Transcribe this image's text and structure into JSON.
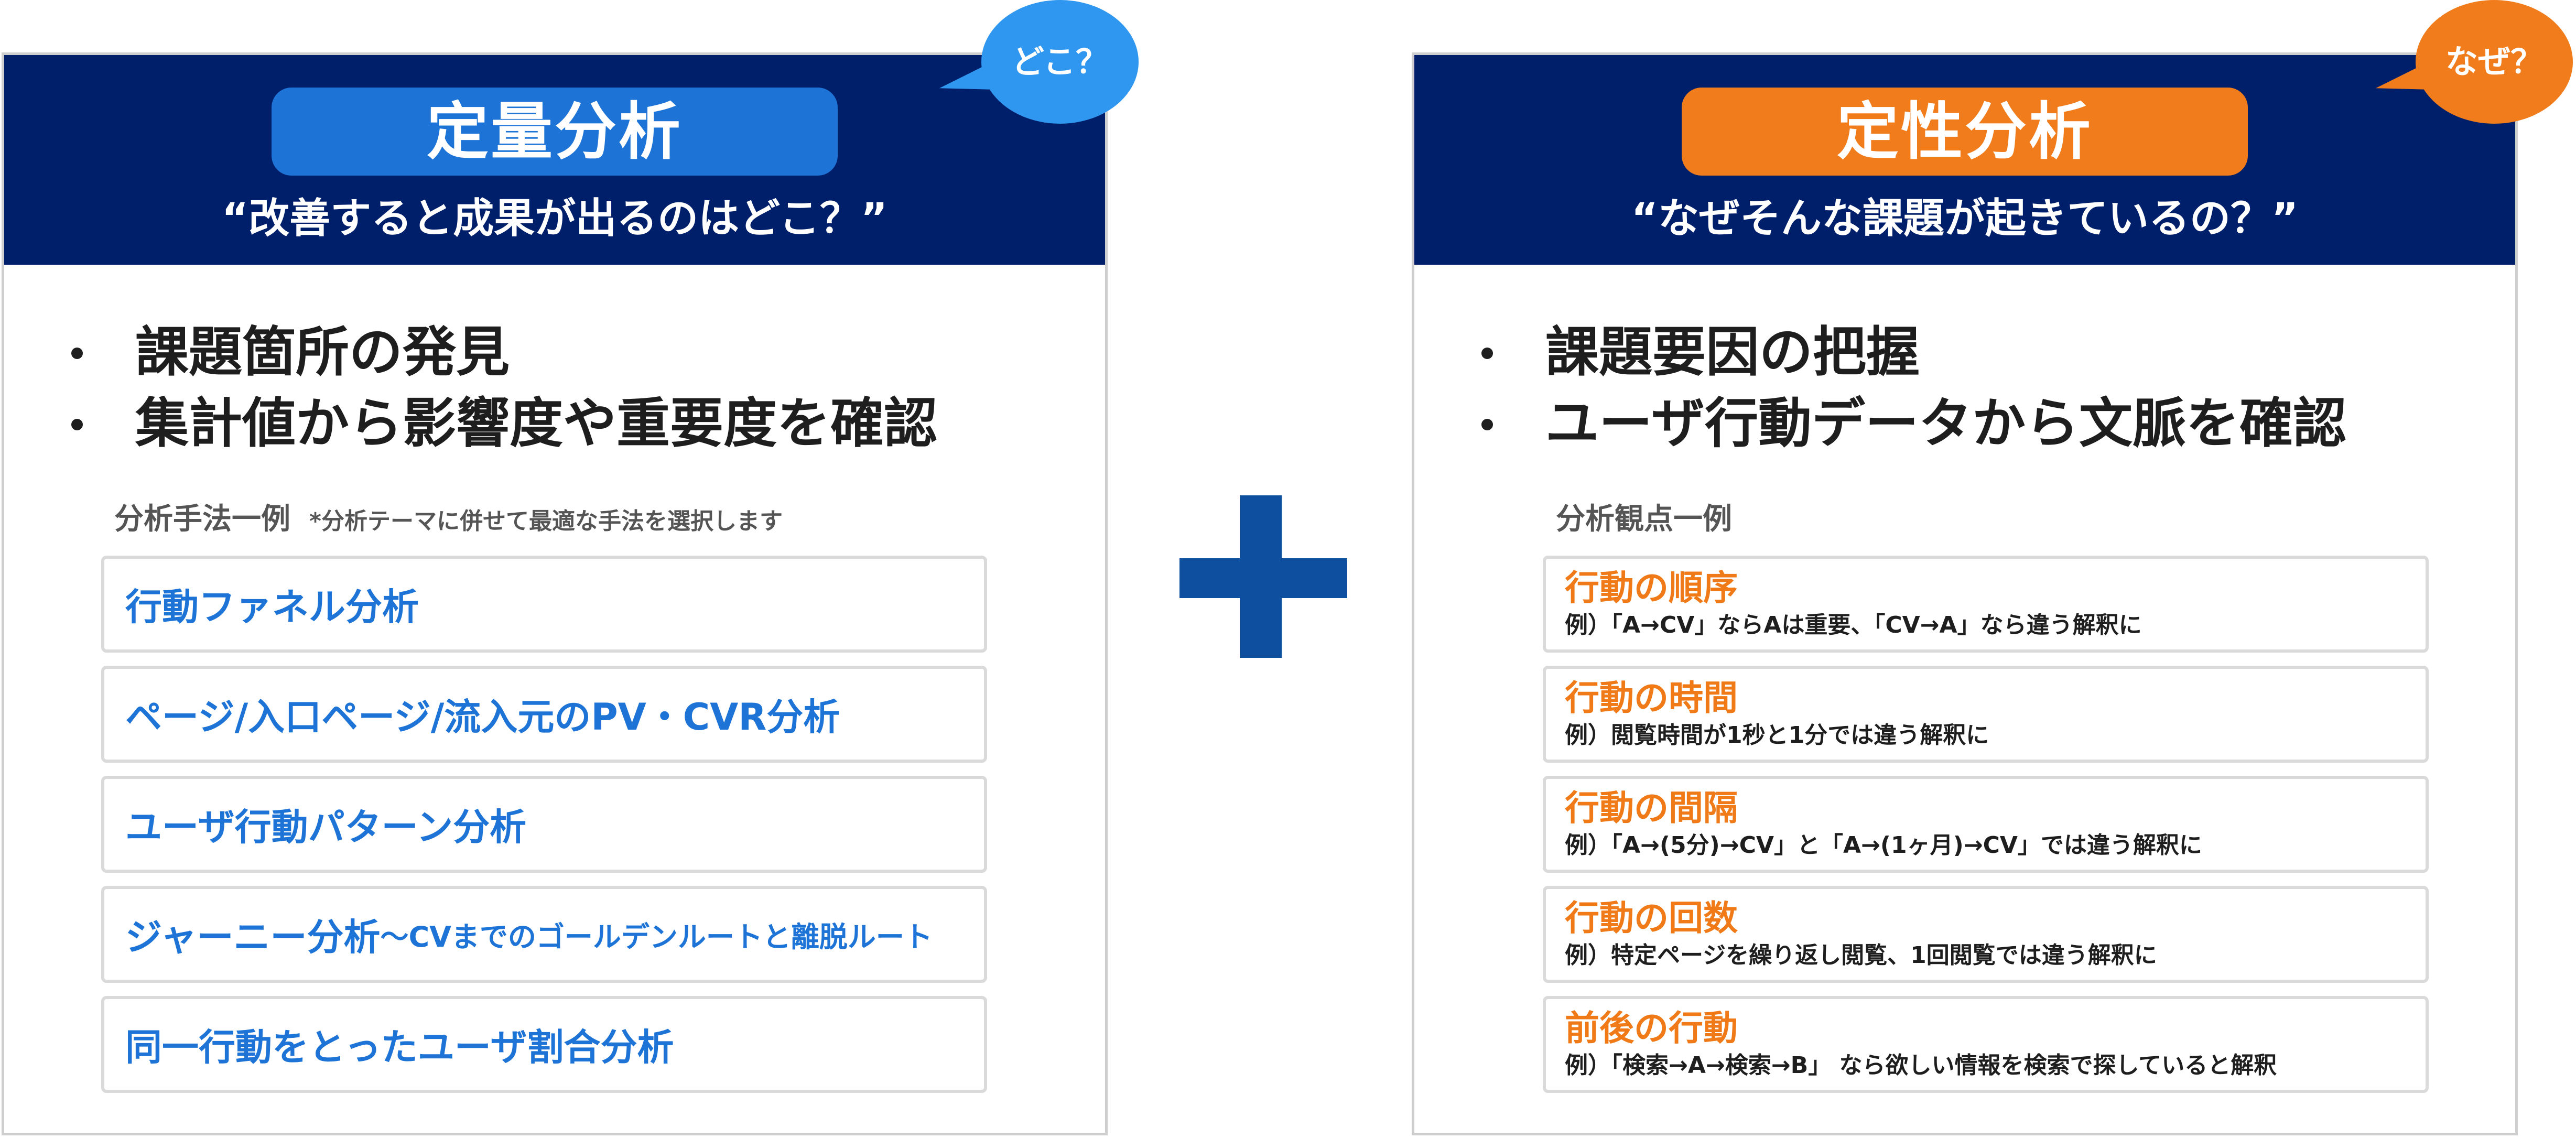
{
  "left_panel": {
    "title": "定量分析",
    "subtitle": "“改善すると成果が出るのはどこ？”",
    "bubble": "どこ？",
    "bullets": [
      "課題箇所の発見",
      "集計値から影響度や重要度を確認"
    ],
    "section_label": "分析手法一例",
    "section_note": "*分析テーマに併せて最適な手法を選択します",
    "methods": [
      "行動ファネル分析",
      "ページ/入口ページ/流入元のPV・CVR分析",
      "ユーザ行動パターン分析",
      "ジャーニー分析",
      "同一行動をとったユーザ割合分析"
    ],
    "journey_suffix": "〜CVまでのゴールデンルートと離脱ルート"
  },
  "right_panel": {
    "title": "定性分析",
    "subtitle": "“なぜそんな課題が起きているの？”",
    "bubble": "なぜ？",
    "bullets": [
      "課題要因の把握",
      "ユーザ行動データから文脈を確認"
    ],
    "section_label": "分析観点一例",
    "points": [
      {
        "title": "行動の順序",
        "example": "例）「A→CV」ならAは重要、「CV→A」なら違う解釈に"
      },
      {
        "title": "行動の時間",
        "example": "例）閲覧時間が1秒と1分では違う解釈に"
      },
      {
        "title": "行動の間隔",
        "example": "例）「A→(5分)→CV」と「A→(1ヶ月)→CV」では違う解釈に"
      },
      {
        "title": "行動の回数",
        "example": "例）特定ページを繰り返し閲覧、1回閲覧では違う解釈に"
      },
      {
        "title": "前後の行動",
        "example": "例）「検索→A→検索→B」 なら欲しい情報を検索で探していると解釈"
      }
    ]
  },
  "colors": {
    "header_navy": "#001f6b",
    "quant_blue": "#1d74d6",
    "qual_orange": "#f17c1c",
    "plus_blue": "#0e4fa0"
  }
}
